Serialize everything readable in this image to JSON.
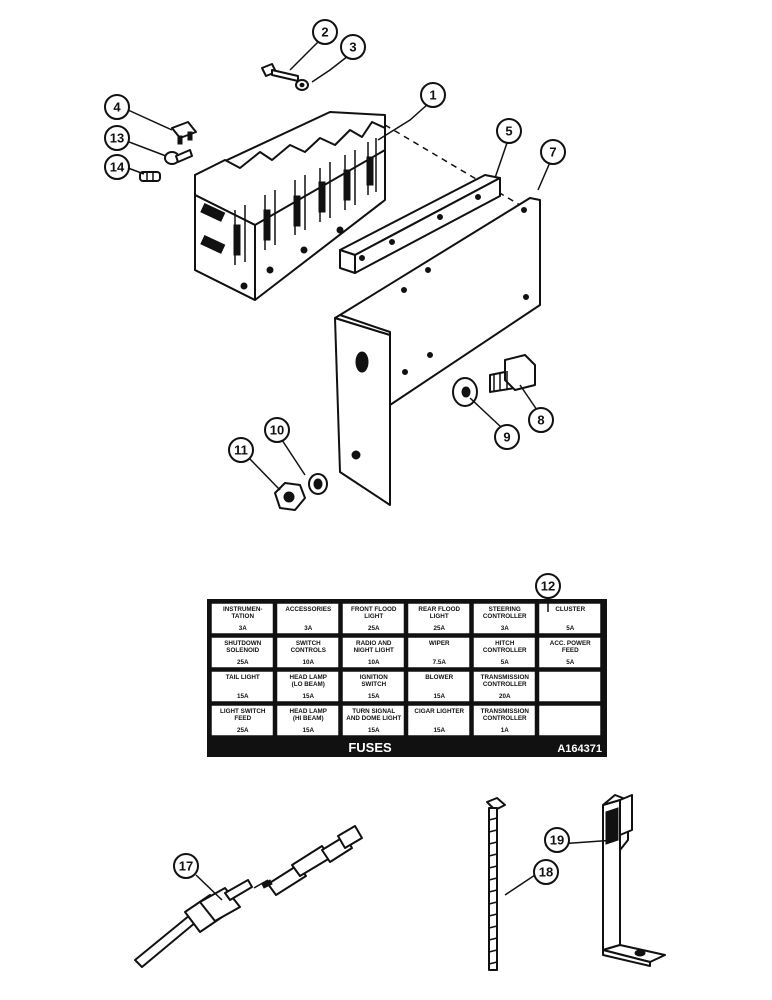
{
  "fuse_chart": {
    "rows": [
      [
        {
          "name": "INSTRUMEN-|TATION",
          "rating": "3A"
        },
        {
          "name": "ACCESSORIES",
          "rating": "3A"
        },
        {
          "name": "FRONT FLOOD|LIGHT",
          "rating": "25A"
        },
        {
          "name": "REAR FLOOD|LIGHT",
          "rating": "25A"
        },
        {
          "name": "STEERING|CONTROLLER",
          "rating": "3A"
        },
        {
          "name": "CLUSTER",
          "rating": "5A"
        }
      ],
      [
        {
          "name": "SHUTDOWN|SOLENOID",
          "rating": "25A"
        },
        {
          "name": "SWITCH|CONTROLS",
          "rating": "10A"
        },
        {
          "name": "RADIO AND|NIGHT LIGHT",
          "rating": "10A"
        },
        {
          "name": "WIPER",
          "rating": "7.5A"
        },
        {
          "name": "HITCH|CONTROLLER",
          "rating": "5A"
        },
        {
          "name": "ACC. POWER|FEED",
          "rating": "5A"
        }
      ],
      [
        {
          "name": "TAIL LIGHT",
          "rating": "15A"
        },
        {
          "name": "HEAD LAMP|(LO BEAM)",
          "rating": "15A"
        },
        {
          "name": "IGNITION|SWITCH",
          "rating": "15A"
        },
        {
          "name": "BLOWER",
          "rating": "15A"
        },
        {
          "name": "TRANSMISSION|CONTROLLER",
          "rating": "20A"
        },
        {
          "name": "",
          "rating": ""
        }
      ],
      [
        {
          "name": "LIGHT SWITCH|FEED",
          "rating": "25A"
        },
        {
          "name": "HEAD LAMP|(HI BEAM)",
          "rating": "15A"
        },
        {
          "name": "TURN SIGNAL|AND DOME LIGHT",
          "rating": "15A"
        },
        {
          "name": "CIGAR LIGHTER",
          "rating": "15A"
        },
        {
          "name": "TRANSMISSION|CONTROLLER",
          "rating": "1A"
        },
        {
          "name": "",
          "rating": ""
        }
      ]
    ],
    "footer_title": "FUSES",
    "footer_code": "A164371"
  },
  "callouts": [
    "1",
    "2",
    "3",
    "4",
    "5",
    "7",
    "8",
    "9",
    "10",
    "11",
    "12",
    "13",
    "14",
    "17",
    "18",
    "19"
  ]
}
